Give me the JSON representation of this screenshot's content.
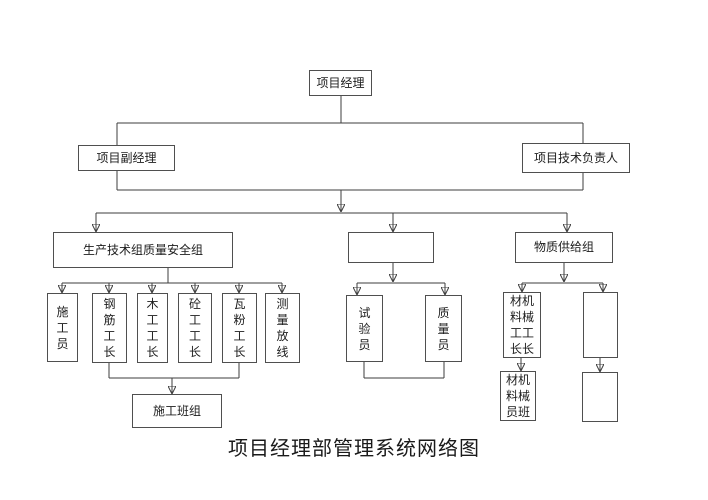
{
  "title": "项目经理部管理系统网络图",
  "line_color": "#3d3d3d",
  "box_border_color": "#4f4f4f",
  "nodes": {
    "project_manager": "项目经理",
    "deputy_manager": "项目副经理",
    "tech_director": "项目技术负责人",
    "production_quality_group": "生产技术组质量安全组",
    "middle_group": "",
    "supply_group": "物质供给组",
    "construction_worker": "施\n工\n员",
    "rebar_foreman": "钢\n筋\n工\n长",
    "carpentry_foreman": "木\n工\n工\n长",
    "concrete_foreman": "砼\n工\n工\n长",
    "plaster_foreman": "瓦\n粉\n工\n长",
    "survey_layout": "测\n量\n放\n线",
    "tester": "试\n验\n员",
    "quality_inspector": "质\n量\n员",
    "material_machinery_foreman": "材机\n料械\n工工\n长长",
    "supply_empty_tall": "",
    "construction_crew": "施工班组",
    "material_machinery_crew": "材机\n料械\n员班",
    "supply_empty_lower": ""
  }
}
